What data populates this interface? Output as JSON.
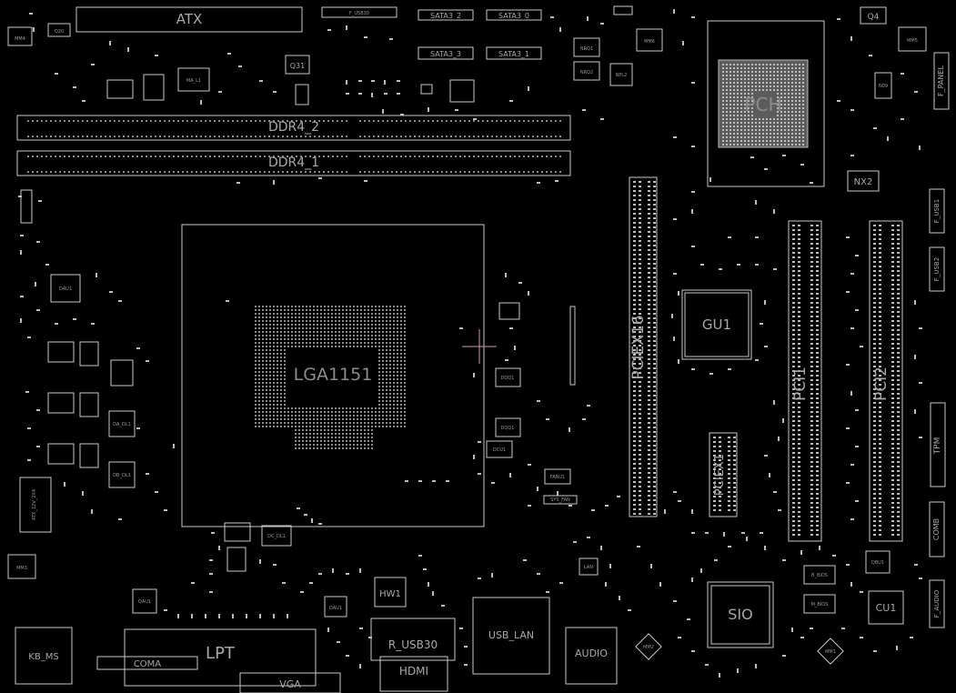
{
  "labels": {
    "atx": "ATX",
    "q20": "Q20",
    "mm4": "MM4",
    "f_usb30": "F_USB30",
    "sata3_2": "SATA3_2",
    "sata3_0": "SATA3_0",
    "sata3_3": "SATA3_3",
    "sata3_1": "SATA3_1",
    "q31": "Q31",
    "ma_l1": "MA_L1",
    "nrq1": "NRQ1",
    "nrq2": "NRQ2",
    "npl2": "NPL2",
    "mm6": "MM6",
    "q4": "Q4",
    "mm5": "MM5",
    "n09": "N09",
    "f_panel": "F_PANEL",
    "pch": "PCH",
    "nx2": "NX2",
    "ddr4_2": "DDR4_2",
    "ddr4_1": "DDR4_1",
    "lga": "LGA1151",
    "dau1": "DAU1",
    "da_dl1": "DA_DL1",
    "db_dl1": "DB_DL1",
    "atx_12v": "ATX_12V_2X4",
    "dqq1a": "DQQ1",
    "dqq1b": "DQQ1",
    "dcu1": "DCU1",
    "fanu1": "FANU1",
    "sys_fan": "SYS_FAN",
    "dc_dl1": "DC_DL1",
    "pciex16": "PCIEX16",
    "gu1": "GU1",
    "pciex1": "PCIEX1",
    "pci1": "PCI1",
    "pci2": "PCI2",
    "f_usb1": "F_USB1",
    "f_usb2": "F_USB2",
    "tpm": "TPM",
    "com": "COMB",
    "f_audio": "F_AUDIO",
    "mm3": "MM3",
    "kb_ms": "KB_MS",
    "qau1": "QAU1",
    "lpt": "LPT",
    "coma": "COMA",
    "vga": "VGA",
    "dau1b": "DAU1",
    "hw1": "HW1",
    "r_usb30": "R_USB30",
    "hdmi": "HDMI",
    "usb_lan": "USB_LAN",
    "lan": "LAN",
    "audio": "AUDIO",
    "mm2": "MM2",
    "sio": "SIO",
    "b_bios": "B_BIOS",
    "m_bios": "M_BIOS",
    "mm1": "MM1",
    "qbu1": "QBU1",
    "cu1": "CU1"
  },
  "colors": {
    "background": "#000000",
    "outline": "#c8c8c8",
    "pad": "#bdbdbd",
    "label": "#a8a8a8",
    "cursor": "#c9a0a8"
  }
}
